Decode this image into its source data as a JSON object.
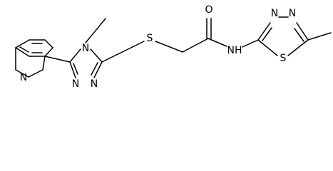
{
  "molecule": {
    "atoms": {
      "n_methyl": "N",
      "n_triazole_a": "N",
      "n_triazole_b": "N",
      "n_pyridine": "N",
      "s_thioether": "S",
      "o_carbonyl": "O",
      "nh_amide": "NH",
      "n_thiadiazole_a": "N",
      "n_thiadiazole_b": "N",
      "s_thiadiazole": "S"
    }
  }
}
